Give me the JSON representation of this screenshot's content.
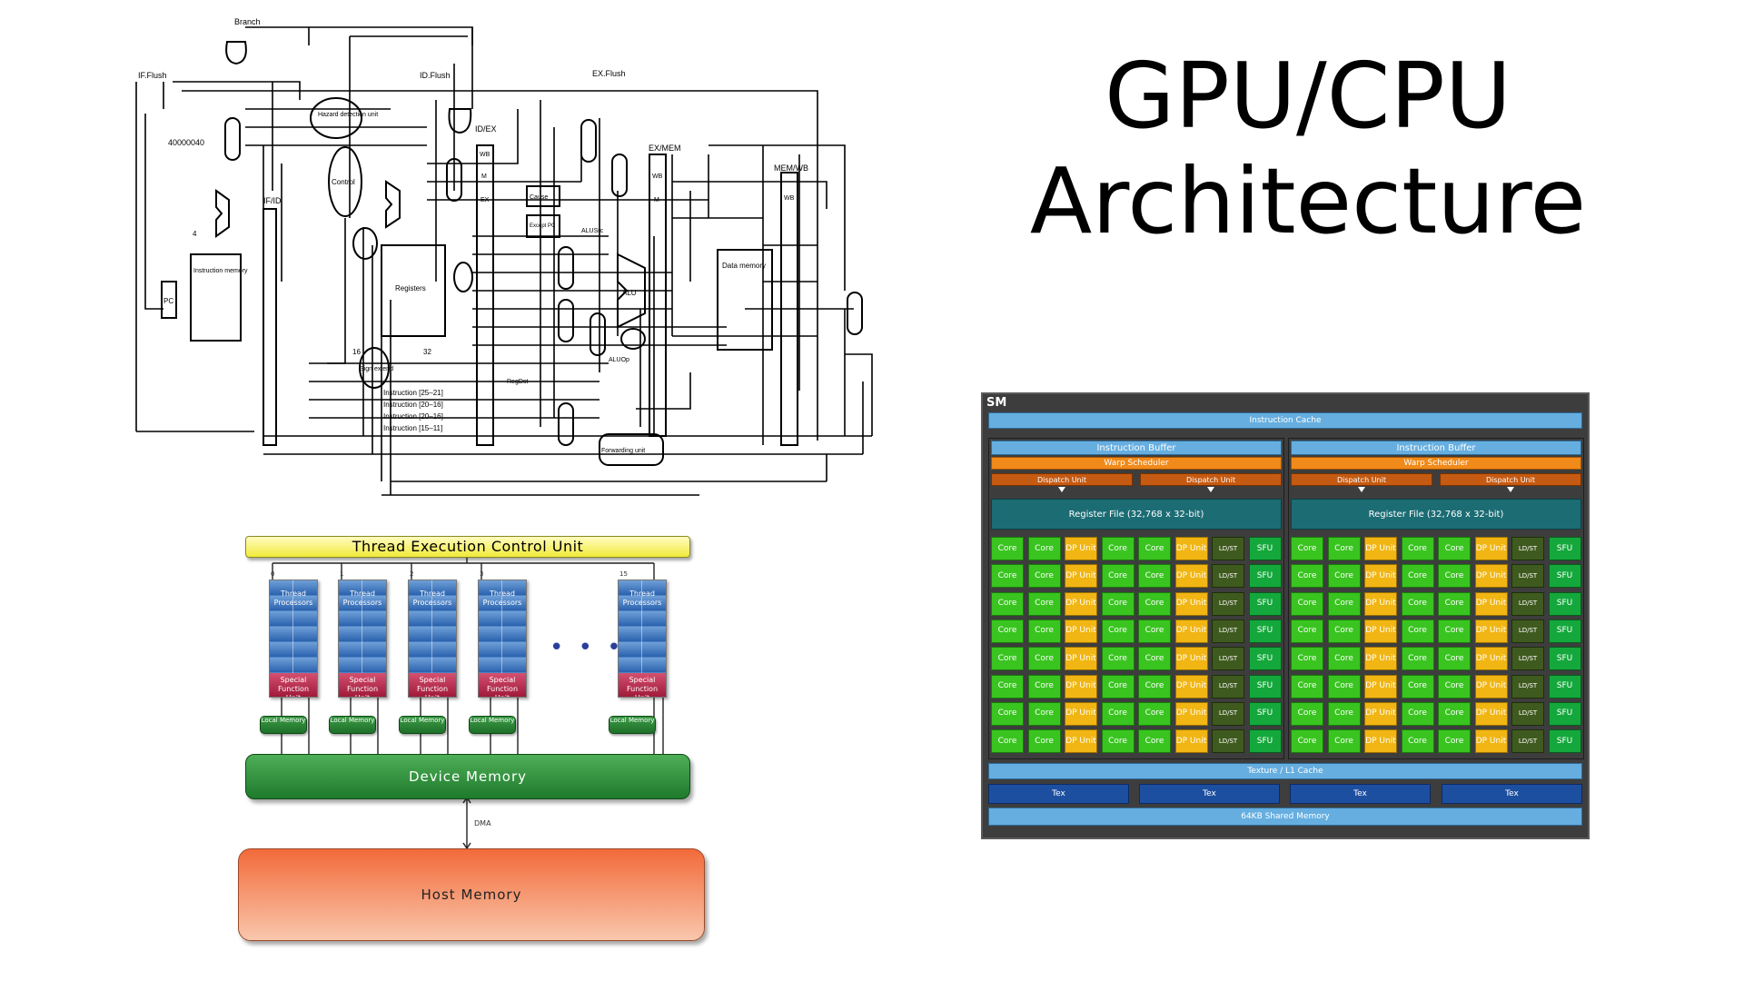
{
  "title": {
    "line1": "GPU/CPU",
    "line2": "Architecture"
  },
  "cpu_pipeline": {
    "labels": {
      "branch": "Branch",
      "if_flush": "IF.Flush",
      "id_flush": "ID.Flush",
      "ex_flush": "EX.Flush",
      "hazard": "Hazard detection unit",
      "control": "Control",
      "address_const": "40000040",
      "if_id": "IF/ID",
      "id_ex": "ID/EX",
      "ex_mem": "EX/MEM",
      "mem_wb": "MEM/WB",
      "instruction_memory": "Instruction memory",
      "registers": "Registers",
      "alu": "ALU",
      "data_memory": "Data memory",
      "pc": "PC",
      "forwarding": "Forwarding unit",
      "sign_extend": "Sign extend",
      "cause": "Cause",
      "except_pc": "Except PC",
      "instr_25_21": "Instruction [25–21]",
      "instr_20_16a": "Instruction [20–16]",
      "instr_20_16b": "Instruction [20–16]",
      "instr_15_11": "Instruction [15–11]",
      "alusrc": "ALUSrc",
      "aluop": "ALUOp",
      "regdst": "RegDst",
      "n16": "16",
      "n32": "32",
      "four": "4",
      "wb": "WB",
      "m": "M",
      "ex": "EX"
    }
  },
  "thread_diagram": {
    "control_unit": "Thread Execution Control Unit",
    "processors": [
      {
        "index": "0",
        "label": "Thread Processors",
        "sfu": "Special Function Unit",
        "local": "Local Memory"
      },
      {
        "index": "1",
        "label": "Thread Processors",
        "sfu": "Special Function Unit",
        "local": "Local Memory"
      },
      {
        "index": "2",
        "label": "Thread Processors",
        "sfu": "Special Function Unit",
        "local": "Local Memory"
      },
      {
        "index": "3",
        "label": "Thread Processors",
        "sfu": "Special Function Unit",
        "local": "Local Memory"
      },
      {
        "index": "15",
        "label": "Thread Processors",
        "sfu": "Special Function Unit",
        "local": "Local Memory"
      }
    ],
    "ellipsis": "• • •",
    "device_memory": "Device Memory",
    "dma": "DMA",
    "host_memory": "Host Memory"
  },
  "sm_diagram": {
    "label": "SM",
    "instruction_cache": "Instruction Cache",
    "halves": [
      {
        "instruction_buffer": "Instruction Buffer",
        "warp_scheduler": "Warp Scheduler",
        "dispatch_units": [
          "Dispatch Unit",
          "Dispatch Unit"
        ],
        "register_file": "Register File (32,768 x 32-bit)"
      },
      {
        "instruction_buffer": "Instruction Buffer",
        "warp_scheduler": "Warp Scheduler",
        "dispatch_units": [
          "Dispatch Unit",
          "Dispatch Unit"
        ],
        "register_file": "Register File (32,768 x 32-bit)"
      }
    ],
    "row_units": [
      "Core",
      "Core",
      "DP Unit",
      "Core",
      "Core",
      "DP Unit",
      "LD/ST",
      "SFU"
    ],
    "row_count": 8,
    "texture_l1": "Texture / L1 Cache",
    "tex_units": [
      "Tex",
      "Tex",
      "Tex",
      "Tex"
    ],
    "shared_memory": "64KB Shared Memory",
    "colors": {
      "core": "#39c420",
      "dp": "#f1b614",
      "ldst": "#3f5a1e",
      "sfu": "#14a83c",
      "cache": "#66aee0",
      "warp": "#f08a1a",
      "dispatch": "#c55a12",
      "register": "#1c6c74",
      "tex": "#1d4fa0"
    }
  }
}
